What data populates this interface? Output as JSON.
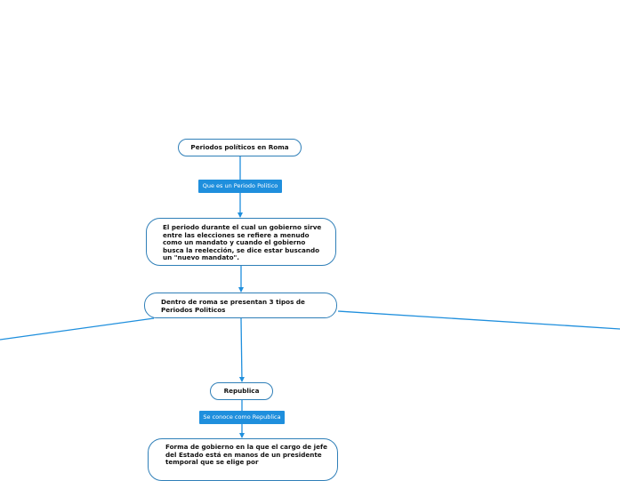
{
  "nodes": {
    "root": "Periodos políticos en Roma",
    "definition": "El periodo durante el cual un gobierno sirve entre las elecciones se refiere a menudo como un mandato y cuando el gobierno busca la reelección, se dice estar buscando un \"nuevo mandato\".",
    "types": "Dentro de roma se presentan 3 tipos de Periodos Politicos",
    "republica": "Republica",
    "republica_definition": "Forma de gobierno en la que el cargo de jefe del Estado está en manos de un presidente temporal que se elige por"
  },
  "links": {
    "que_es": "Que es un Periodo Politico",
    "se_conoce": "Se conoce como Republica"
  },
  "colors": {
    "connector": "#1f8fdd",
    "node_border": "#2f7fb8",
    "label_bg": "#1f8fdd",
    "label_text": "#ffffff",
    "node_text": "#111111",
    "background": "#ffffff"
  }
}
